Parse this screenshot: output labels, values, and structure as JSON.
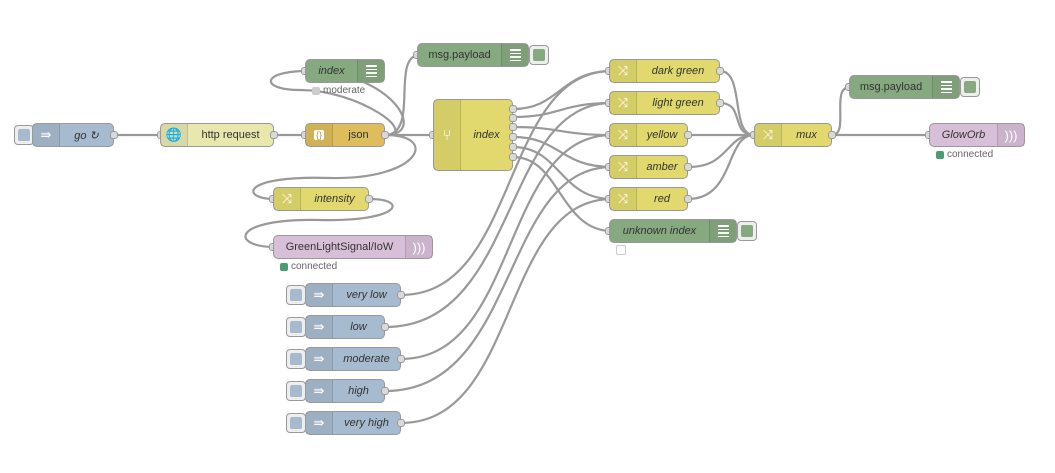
{
  "colors": {
    "inject": "#a6bbcf",
    "http": "#e7e7ae",
    "json": "#debd5c",
    "function": "#e2d96e",
    "debug": "#87a980",
    "mqtt": "#d8bfd8",
    "status_green": "#4c9b74",
    "status_grey": "#cccccc"
  },
  "nodes": {
    "go": {
      "label": "go ↻",
      "icon": "arrow-right-icon"
    },
    "http": {
      "label": "http request",
      "icon": "globe-icon"
    },
    "json": {
      "label": "json",
      "icon": "braces-icon"
    },
    "index_debug": {
      "label": "index",
      "status": "moderate"
    },
    "payload_debug_top": {
      "label": "msg.payload"
    },
    "index_switch": {
      "label": "index"
    },
    "intensity": {
      "label": "intensity"
    },
    "greenlight": {
      "label": "GreenLightSignal/IoW",
      "status": "connected"
    },
    "dark_green": {
      "label": "dark green"
    },
    "light_green": {
      "label": "light green"
    },
    "yellow": {
      "label": "yellow"
    },
    "amber": {
      "label": "amber"
    },
    "red": {
      "label": "red"
    },
    "unknown_index": {
      "label": "unknown index"
    },
    "mux": {
      "label": "mux"
    },
    "payload_debug_right": {
      "label": "msg.payload"
    },
    "gloworb": {
      "label": "GlowOrb",
      "status": "connected"
    },
    "very_low": {
      "label": "very low"
    },
    "low": {
      "label": "low"
    },
    "moderate": {
      "label": "moderate"
    },
    "high": {
      "label": "high"
    },
    "very_high": {
      "label": "very high"
    }
  }
}
